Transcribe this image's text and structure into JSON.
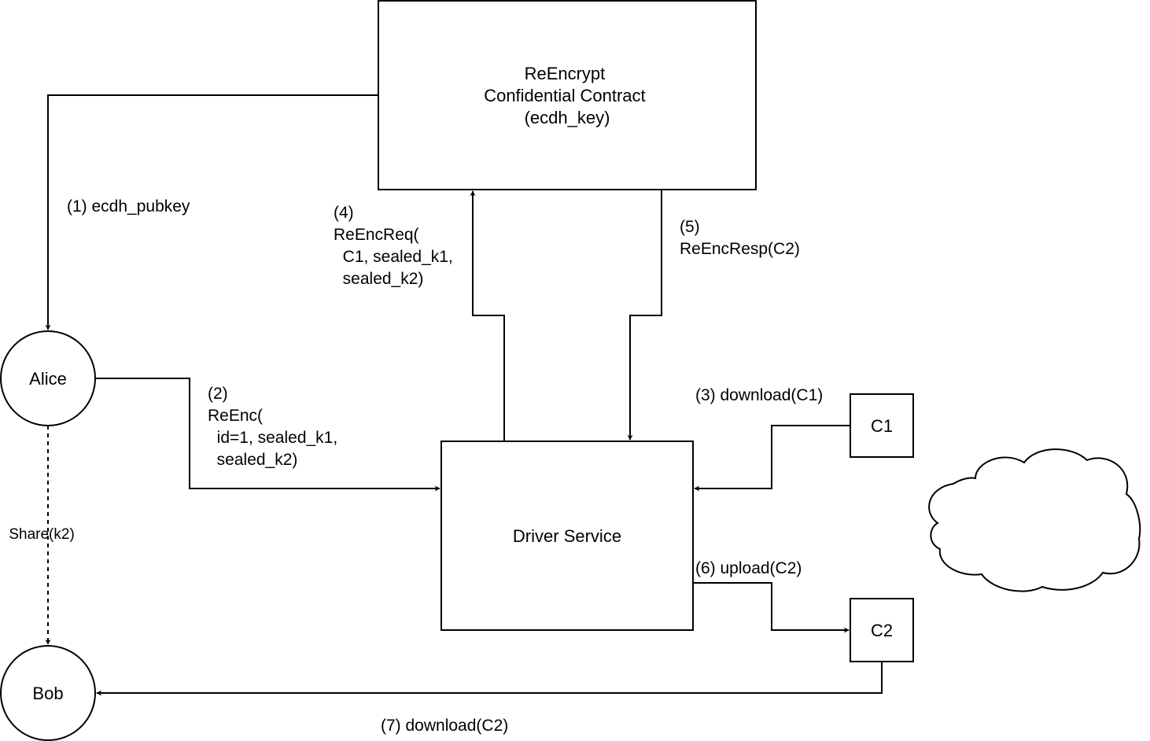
{
  "nodes": {
    "contract": {
      "lines": [
        "ReEncrypt",
        "Confidential Contract",
        "(ecdh_key)"
      ]
    },
    "alice": {
      "label": "Alice"
    },
    "bob": {
      "label": "Bob"
    },
    "driver": {
      "label": "Driver Service"
    },
    "c1": {
      "label": "C1"
    },
    "c2": {
      "label": "C2"
    }
  },
  "edges": {
    "step1": {
      "lines": [
        "(1) ecdh_pubkey"
      ]
    },
    "step2": {
      "lines": [
        "(2)",
        "ReEnc(",
        "  id=1, sealed_k1,",
        "  sealed_k2)"
      ]
    },
    "step3": {
      "lines": [
        "(3) download(C1)"
      ]
    },
    "step4": {
      "lines": [
        "(4)",
        "ReEncReq(",
        "  C1, sealed_k1,",
        "  sealed_k2)"
      ]
    },
    "step5": {
      "lines": [
        "(5)",
        "ReEncResp(C2)"
      ]
    },
    "step6": {
      "lines": [
        "(6) upload(C2)"
      ]
    },
    "step7": {
      "lines": [
        "(7) download(C2)"
      ]
    },
    "share": {
      "lines": [
        "Share(k2)"
      ]
    }
  }
}
